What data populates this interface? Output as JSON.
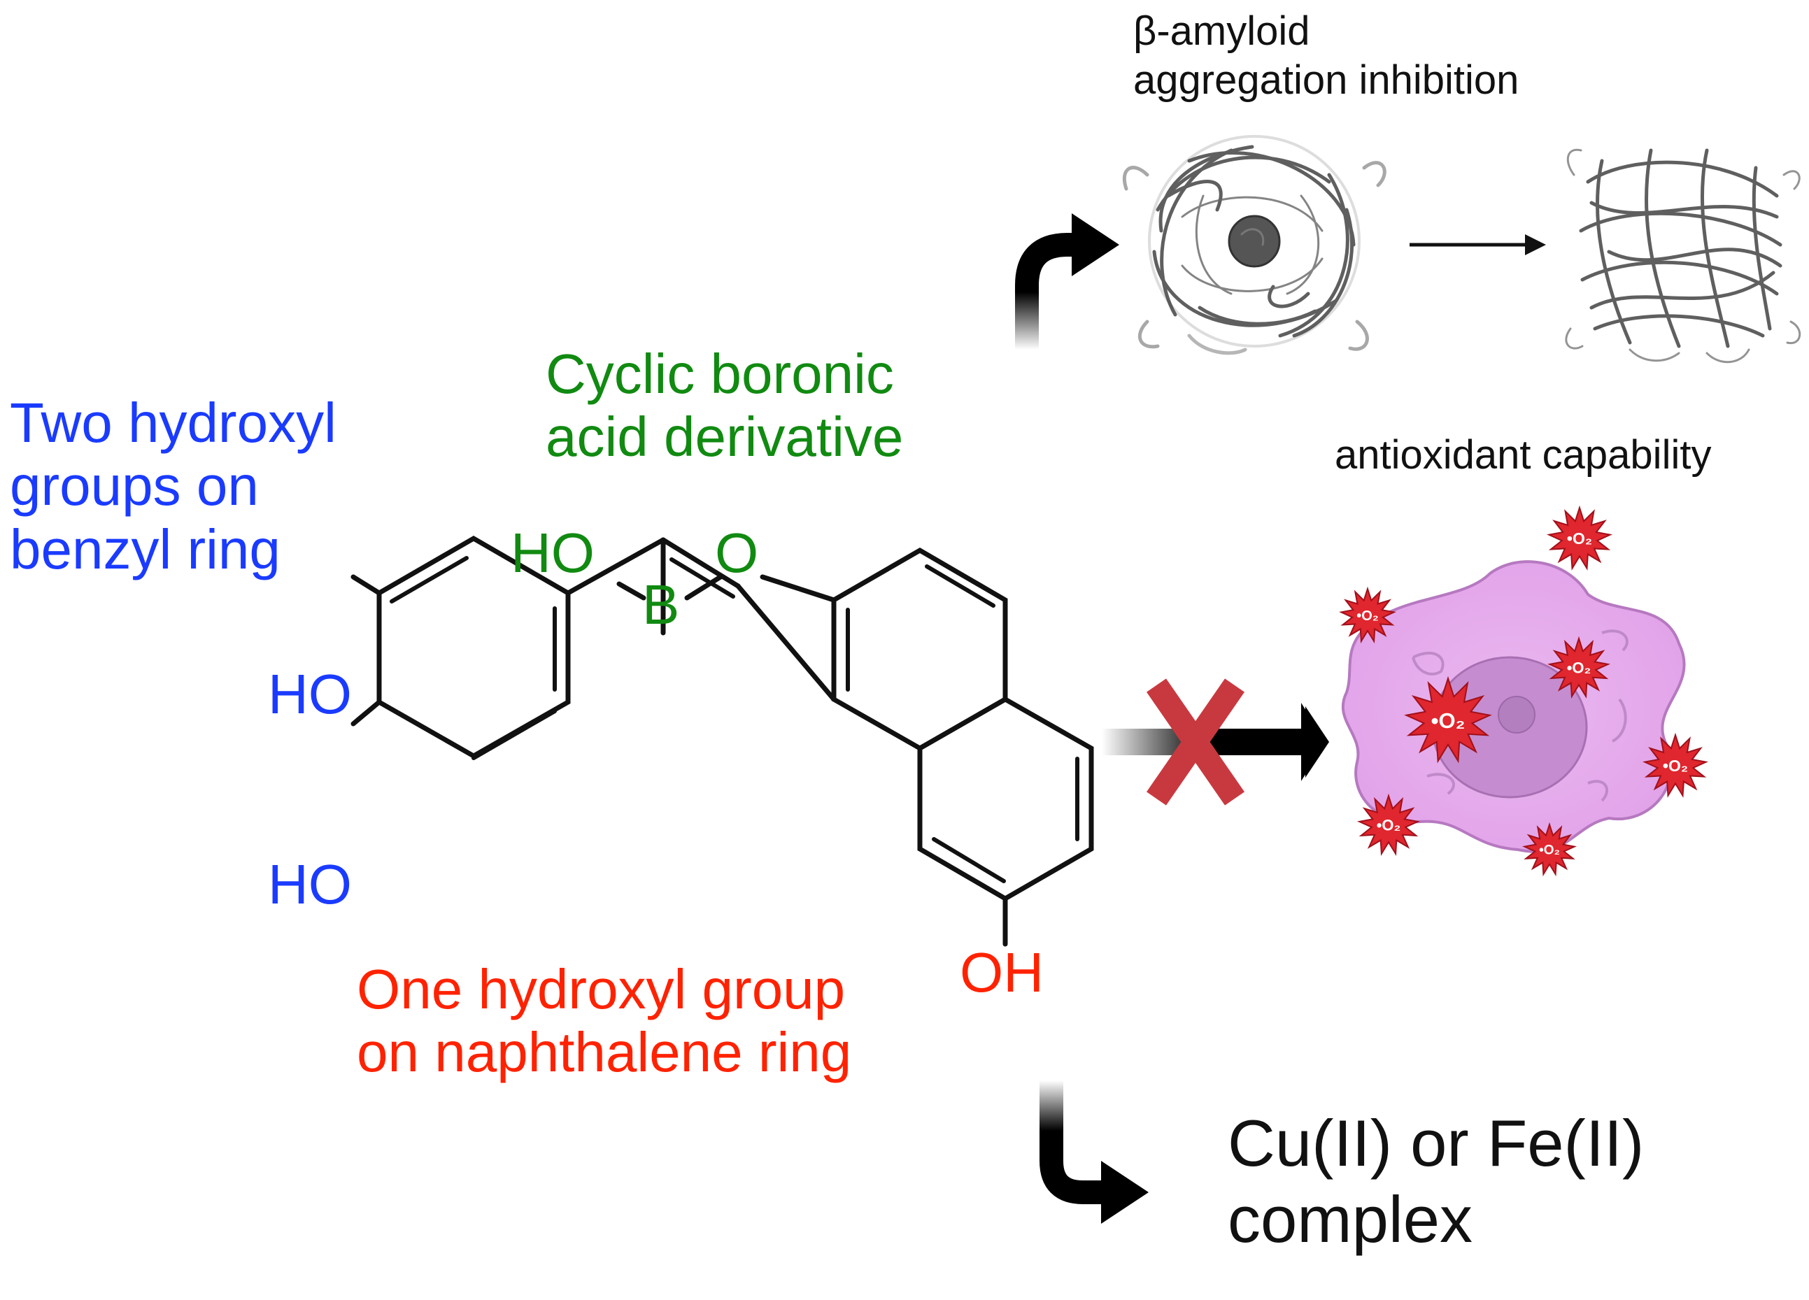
{
  "labels": {
    "benzyl_hydroxyls": [
      "Two hydroxyl",
      "groups on",
      "benzyl ring"
    ],
    "cyclic_boronic": [
      "Cyclic boronic",
      "acid derivative"
    ],
    "naphthalene_hydroxyl": [
      "One hydroxyl group",
      "on naphthalene ring"
    ],
    "amyloid": [
      "β-amyloid",
      "aggregation inhibition"
    ],
    "antioxidant": "antioxidant capability",
    "metal_complex": [
      "Cu(II) or Fe(II)",
      "complex"
    ]
  },
  "molecule": {
    "ho_boron": "HO",
    "boron": "B",
    "ring_oxygen": "O",
    "ho_top": "HO",
    "ho_bottom": "HO",
    "oh_naphthalene": "OH"
  },
  "ros_label": "•O₂",
  "colors": {
    "blue": "#1a3bff",
    "green": "#118a11",
    "red": "#ff2200",
    "cross": "#c8393f",
    "cell": "#e6a9ec",
    "star": "#e0262e"
  },
  "icons": [
    "curved-arrow-up-icon",
    "amyloid-aggregate-icon",
    "arrow-icon",
    "amyloid-fibril-icon",
    "blocked-arrow-icon",
    "cross-icon",
    "cell-icon",
    "ros-star-icon",
    "curved-arrow-down-icon"
  ]
}
